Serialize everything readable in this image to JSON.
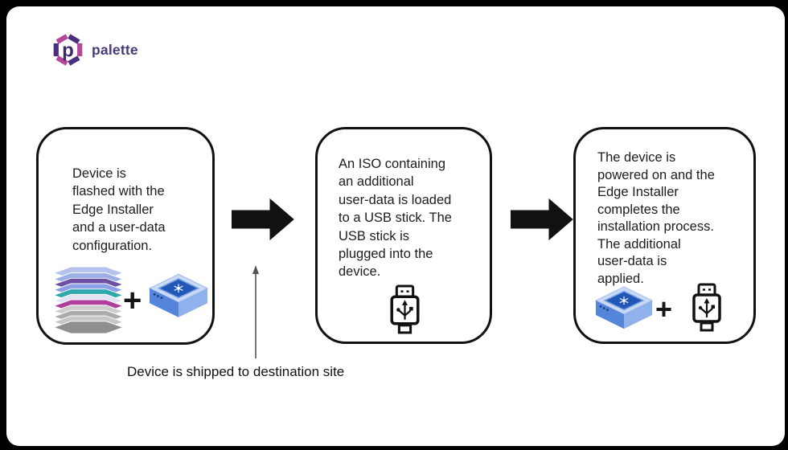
{
  "logo": {
    "text": "palette",
    "colors": {
      "brand_purple": "#463a77",
      "brand_magenta": "#b4489b"
    }
  },
  "flow": {
    "boxes": [
      {
        "id": "flash",
        "text": "Device is\nflashed with the\nEdge Installer\nand a user-data\nconfiguration.",
        "plus": "+",
        "icons": [
          "software-stack-icon",
          "plus-sign",
          "edge-device-icon"
        ]
      },
      {
        "id": "iso-usb",
        "text": "An ISO containing\nan additional\nuser-data is loaded\nto a USB stick. The\nUSB stick is\nplugged into the\ndevice.",
        "icons": [
          "usb-stick-icon"
        ]
      },
      {
        "id": "install",
        "text": "The device is\npowered on and the\nEdge Installer\ncompletes the\ninstallation process.\nThe additional\nuser-data is\napplied.",
        "plus": "+",
        "icons": [
          "edge-device-icon",
          "plus-sign",
          "usb-stick-icon"
        ]
      }
    ],
    "caption": "Device is shipped to destination site"
  },
  "style": {
    "background": "#000000",
    "card": "#ffffff",
    "box_border": "#111111",
    "arrow_color": "#111111"
  }
}
